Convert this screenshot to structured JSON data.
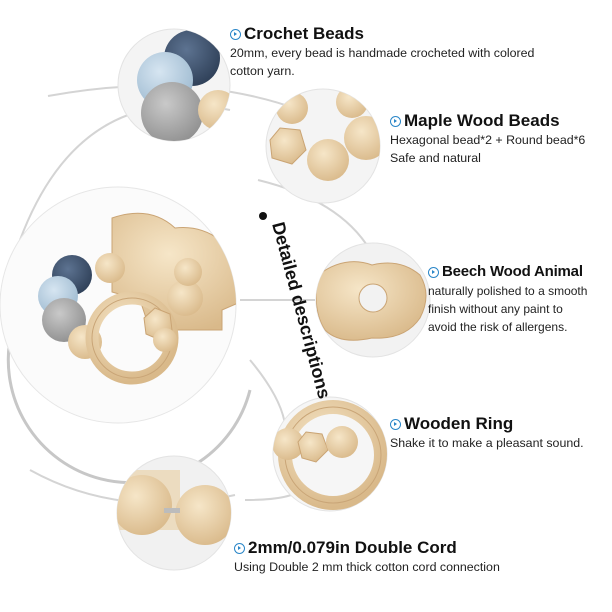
{
  "vertical_label": "Detailed descriptions",
  "items": [
    {
      "id": "crochet",
      "title": "Crochet Beads",
      "lines": [
        "20mm, every bead is handmade crocheted with colored",
        "cotton yarn."
      ]
    },
    {
      "id": "maple",
      "title": "Maple Wood Beads",
      "lines": [
        "Hexagonal bead*2 + Round bead*6",
        "Safe and  natural"
      ]
    },
    {
      "id": "beech",
      "title": "Beech Wood Animal",
      "lines": [
        "naturally polished to a smooth",
        "finish without any paint to",
        "avoid the risk of  allergens."
      ]
    },
    {
      "id": "ring",
      "title": "Wooden Ring",
      "lines": [
        "Shake it to make a pleasant sound."
      ]
    },
    {
      "id": "cord",
      "title": "2mm/0.079in Double Cord",
      "lines": [
        "Using Double 2 mm thick cotton cord connection"
      ]
    }
  ],
  "colors": {
    "accent": "#2a86c8",
    "wood": "#e8cfa6",
    "crochet_navy": "#3b4f6b",
    "crochet_lightblue": "#b9cfe0",
    "crochet_grey": "#a6a6a6"
  }
}
